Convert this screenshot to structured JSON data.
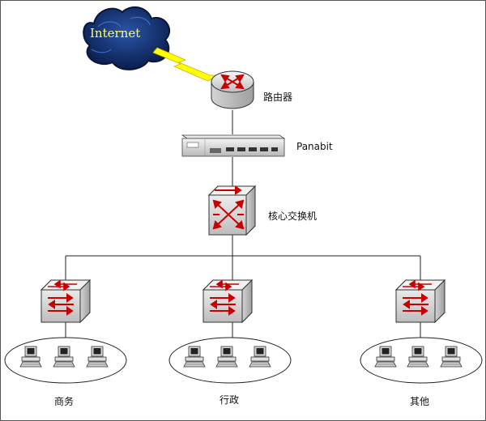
{
  "diagram": {
    "internet": {
      "label": "Internet",
      "text_color": "#ffff66"
    },
    "router": {
      "label": "路由器"
    },
    "panabit": {
      "label": "Panabit"
    },
    "core_switch": {
      "label": "核心交换机"
    },
    "departments": [
      {
        "id": "business",
        "label": "商务",
        "workstations": 3
      },
      {
        "id": "admin",
        "label": "行政",
        "workstations": 3
      },
      {
        "id": "other",
        "label": "其他",
        "workstations": 3
      }
    ],
    "colors": {
      "cloud": "#0d2a66",
      "lightning": "#ffff00",
      "device_body": "#e9e9e9",
      "arrow": "#c80000",
      "line": "#222222"
    }
  }
}
